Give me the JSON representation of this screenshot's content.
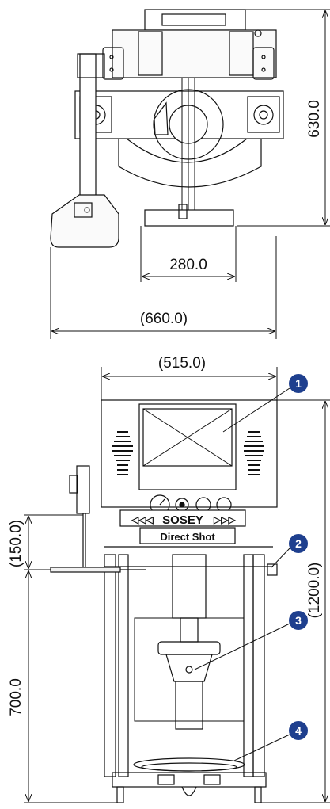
{
  "dimensions": {
    "top_height": "630.0",
    "top_inner_width": "280.0",
    "top_overall_width": "(660.0)",
    "front_width": "(515.0)",
    "front_height": "(1200.0)",
    "arm_offset": "(150.0)",
    "lower_height": "700.0"
  },
  "callouts": [
    "1",
    "2",
    "3",
    "4"
  ],
  "machine_label": {
    "brand": "SOSEY",
    "left_arrows": "◁◁◁",
    "right_arrows": "▷▷▷",
    "model": "Direct Shot"
  },
  "colors": {
    "line": "#111111",
    "callout_fill": "#1e3f8e",
    "panel_shade": "#f2f2f2"
  }
}
